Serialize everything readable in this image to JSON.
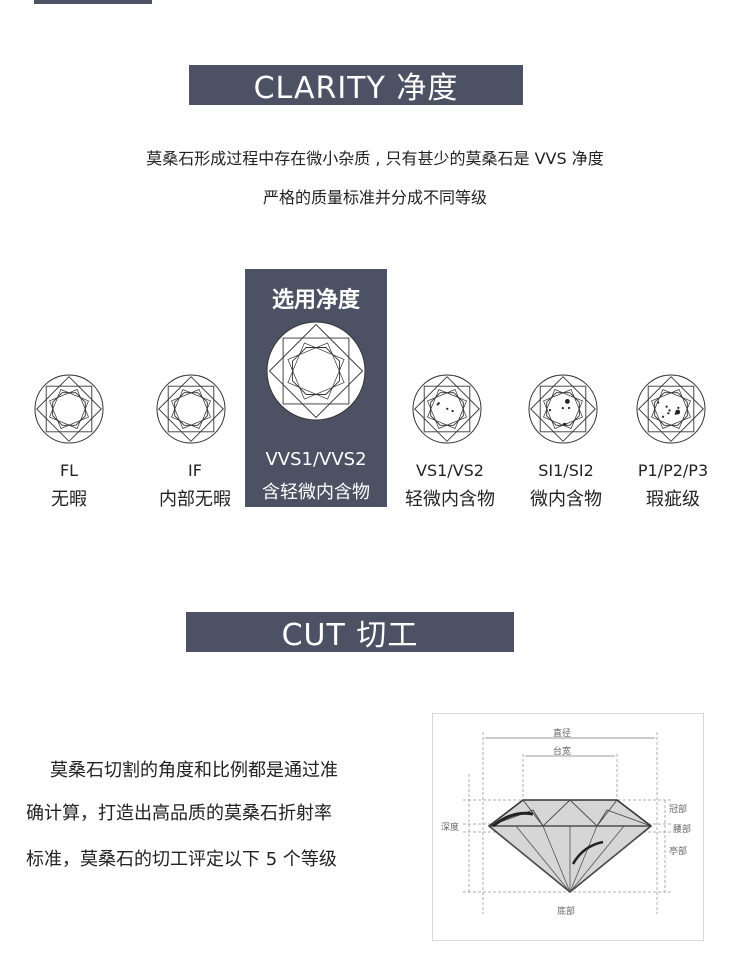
{
  "clarity": {
    "title": "CLARITY 净度",
    "desc_line1": "莫桑石形成过程中存在微小杂质 , 只有甚少的莫桑石是 VVS 净度",
    "desc_line2": "严格的质量标准并分成不同等级",
    "selected_label": "选用净度",
    "grades": [
      {
        "code": "FL",
        "name": "无暇",
        "inclusions": 0
      },
      {
        "code": "IF",
        "name": "内部无暇",
        "inclusions": 0
      },
      {
        "code": "VVS1/VVS2",
        "name": "含轻微内含物",
        "inclusions": 0
      },
      {
        "code": "VS1/VS2",
        "name": "轻微内含物",
        "inclusions": 4
      },
      {
        "code": "SI1/SI2",
        "name": "微内含物",
        "inclusions": 6
      },
      {
        "code": "P1/P2/P3",
        "name": "瑕疵级",
        "inclusions": 8
      }
    ],
    "selected_index": 2
  },
  "cut": {
    "title": "CUT 切工",
    "line1": "莫桑石切割的角度和比例都是通过准",
    "line2": "确计算，打造出高品质的莫桑石折射率",
    "line3": "标准，莫桑石的切工评定以下 5 个等级",
    "diagram_labels": {
      "top_width": "直径",
      "table": "台宽",
      "crown": "冠部",
      "girdle": "腰部",
      "pavilion": "亭部",
      "depth": "深度",
      "bottom": "底部"
    }
  },
  "colors": {
    "banner": "#4c5263",
    "line": "#555555"
  }
}
